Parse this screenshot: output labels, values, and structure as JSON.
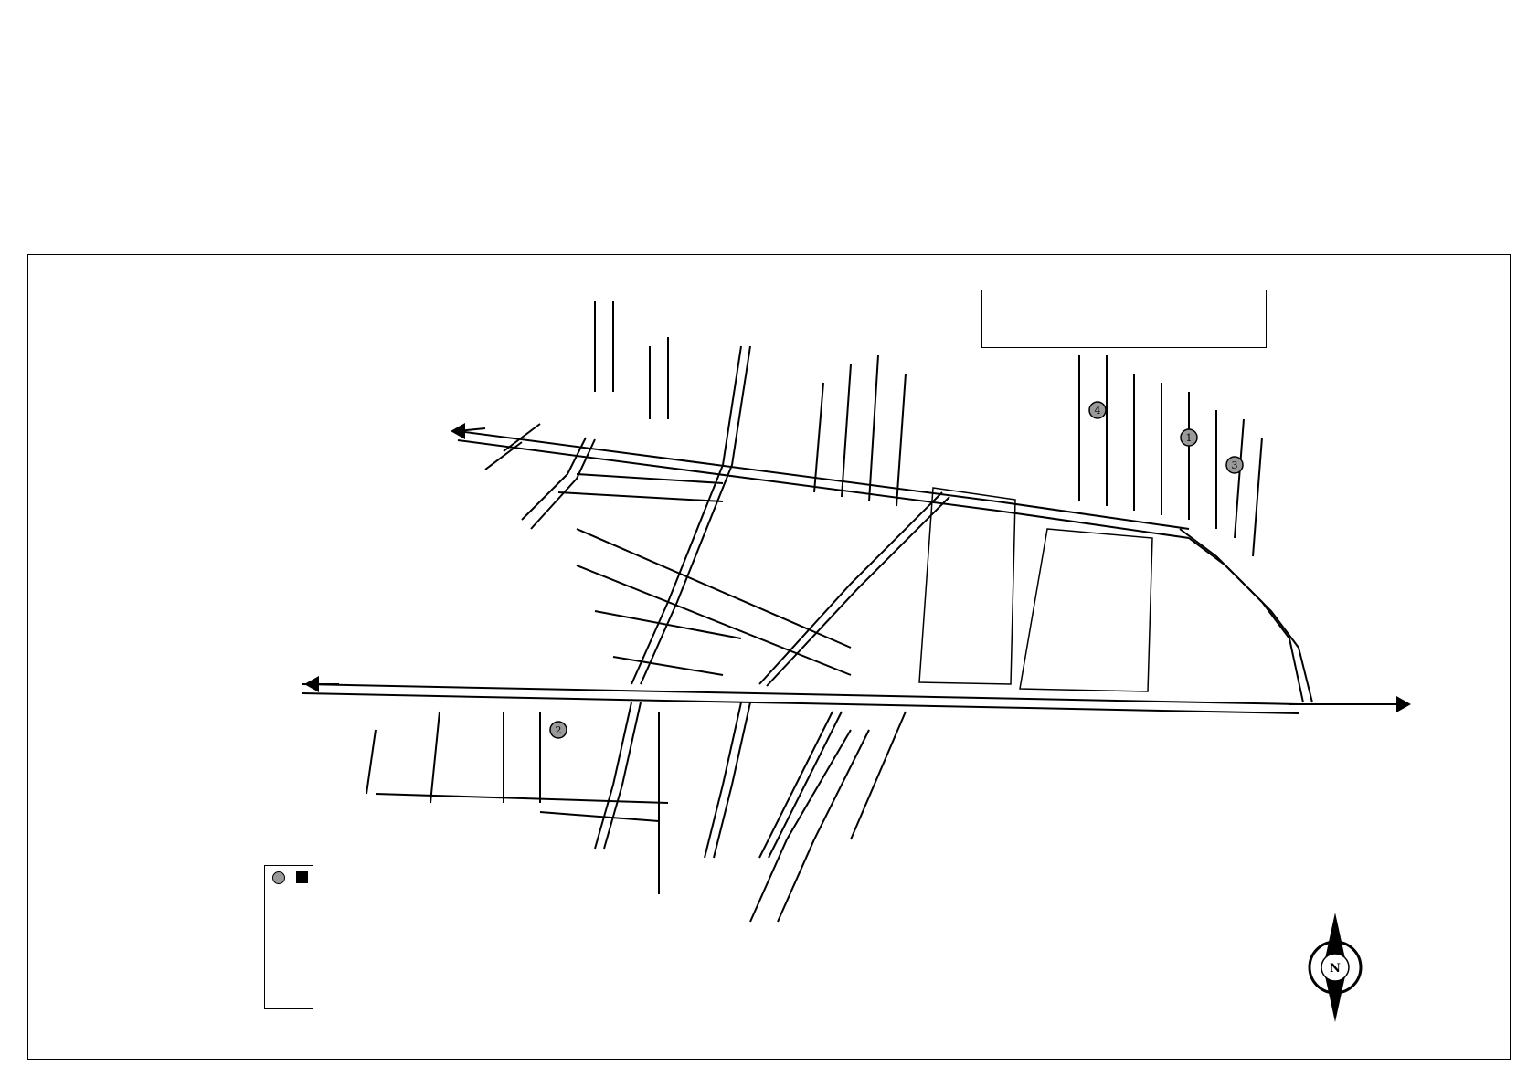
{
  "title": "",
  "deed_box": {
    "line1": "",
    "line2": ""
  },
  "roads": {
    "prachasamosorn_road": "",
    "srichan_road_west": "",
    "srichan_road_center": "",
    "srichan_road_east": "",
    "to_mittraphap_top": "",
    "to_mittraphap_left": "",
    "to_chiang_yuen": "",
    "prachasamosorn_28": "",
    "prachasamosorn_30": "",
    "prachasamosorn_40": "",
    "prachasamosorn_42": "",
    "prachasamosorn_44": "",
    "prachasamosorn_46": "",
    "prachasamosorn_48": "",
    "prachasamosorn_50": "",
    "prachasamosorn_x": "",
    "soi_charaphat": "",
    "soi_thanarat": "",
    "soi_ban_mueang": "",
    "house_no": "",
    "chalermphon_16": "",
    "chalermphon_14": "",
    "phothisan": "",
    "soi_srichan_11": "",
    "soi_srichan_11b": "",
    "soi_srichan_x": "",
    "soi_wiwek": "",
    "soi_wat_pa": "",
    "soi_wiwek2": "",
    "soi_ban_nong": "",
    "soi_thai": "",
    "distance": ""
  },
  "places": {
    "ptt_brand": "",
    "ptt_text": "",
    "krungthep_insurance": "",
    "health_center": "",
    "asia_college": "",
    "church_line1": "",
    "church_line2": "",
    "kaew_prasert": "",
    "sathaban": "",
    "highway_office": "",
    "rmutl_line1": "",
    "rmutl_line2": "",
    "ban_bakham": "",
    "krungthai_bank": "",
    "probation": "",
    "kk_hospital": "",
    "mother_child": "",
    "post_office": "",
    "provincial_health": "",
    "tech_college_line1": "",
    "tech_college_line2": "",
    "girls_school": "",
    "rajabhat_line1": "",
    "rajabhat_line2": "",
    "pa_wiwek": "",
    "st_joseph": "",
    "psych_hospital": "",
    "rajanukul": "",
    "central": "",
    "nong_yai": "",
    "mahasarakham_uni": ""
  },
  "legend": {
    "property_label": "",
    "comparable_label": ""
  },
  "markers": [
    "1",
    "2",
    "3",
    "4"
  ],
  "north_label": "N",
  "colors": {
    "ink": "#000000",
    "marker_fill": "#9a9a9a",
    "background": "#ffffff"
  }
}
